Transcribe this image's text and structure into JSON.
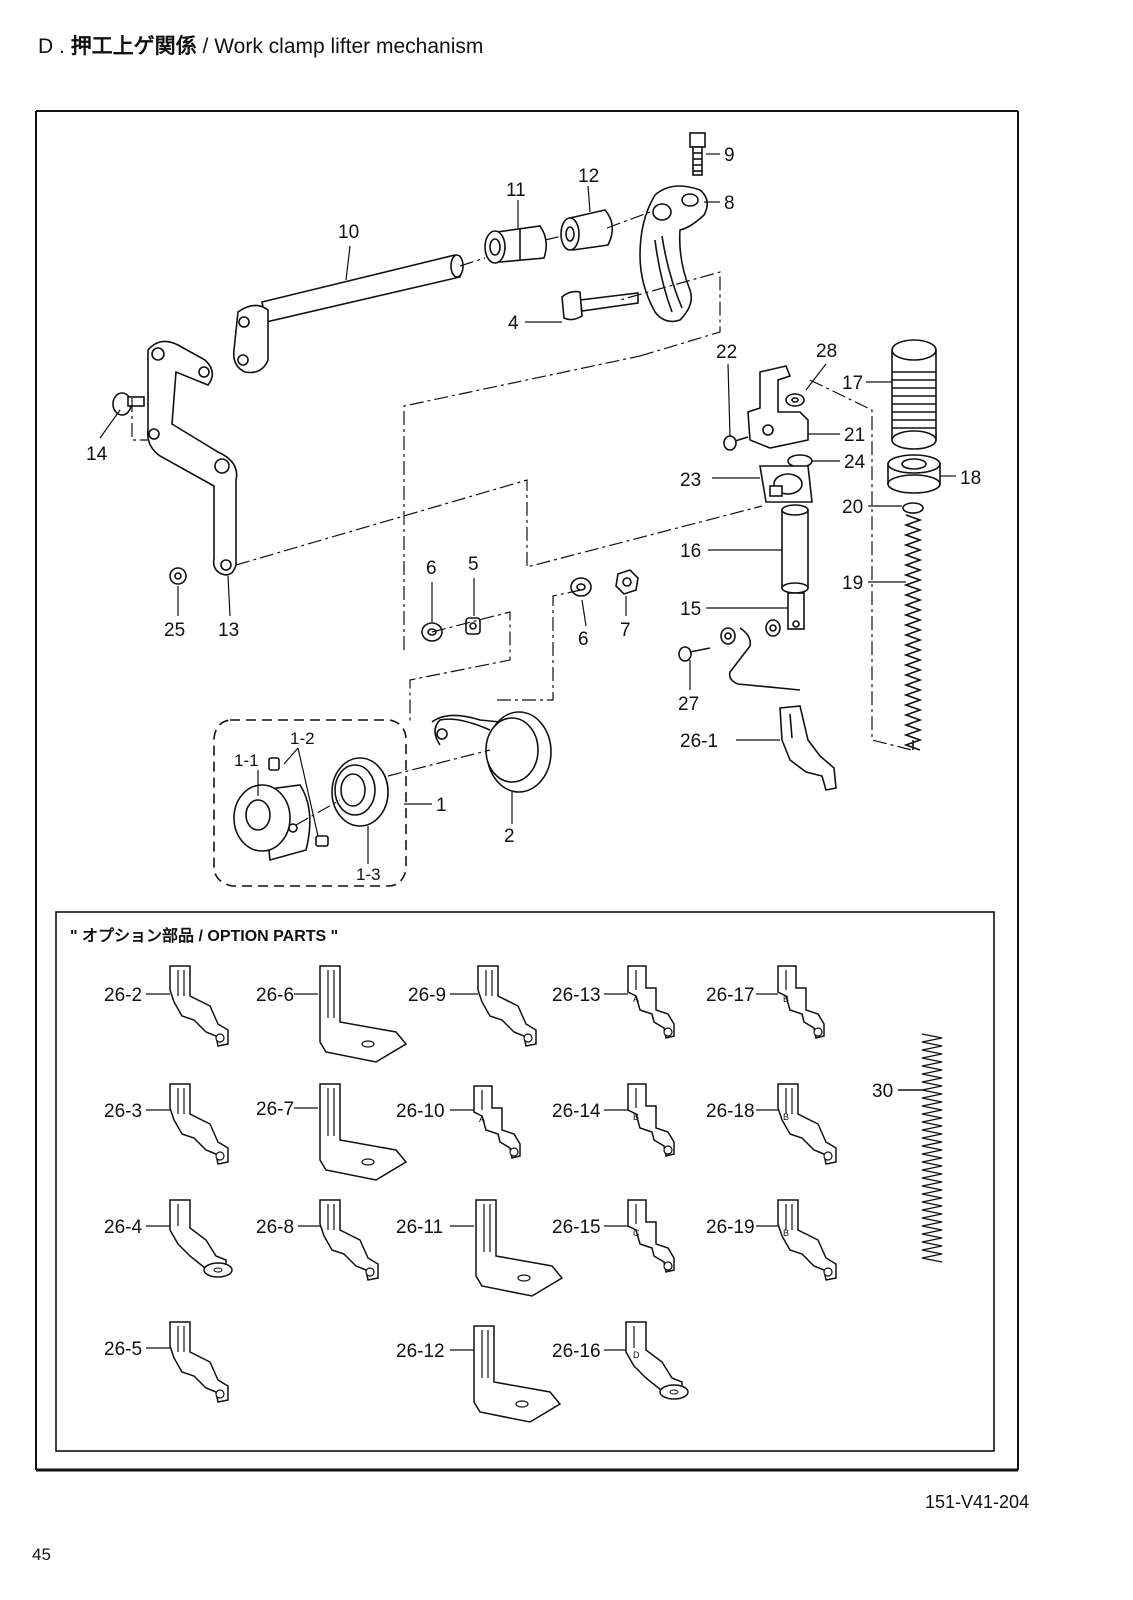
{
  "header": {
    "section": "D .",
    "title_jp": "押工上ゲ関係",
    "title_en": "/ Work clamp lifter mechanism"
  },
  "main_labels": {
    "p9": "9",
    "p8": "8",
    "p11": "11",
    "p12": "12",
    "p10": "10",
    "p4": "4",
    "p22": "22",
    "p28": "28",
    "p17": "17",
    "p21": "21",
    "p24": "24",
    "p23": "23",
    "p18": "18",
    "p20": "20",
    "p14": "14",
    "p16": "16",
    "p19": "19",
    "p15": "15",
    "p6a": "6",
    "p5": "5",
    "p6b": "6",
    "p7": "7",
    "p25": "25",
    "p13": "13",
    "p27": "27",
    "p26_1": "26-1",
    "p1_2": "1-2",
    "p1_1": "1-1",
    "p1": "1",
    "p2": "2",
    "p1_3": "1-3"
  },
  "option_parts": {
    "title": "\" オプション部品 / OPTION PARTS \"",
    "items": [
      "26-2",
      "26-6",
      "26-9",
      "26-13",
      "26-17",
      "26-3",
      "26-7",
      "26-10",
      "26-14",
      "26-18",
      "26-4",
      "26-8",
      "26-11",
      "26-15",
      "26-19",
      "26-5",
      "26-12",
      "26-16",
      "30"
    ],
    "stamps": [
      "A",
      "A",
      "B",
      "C",
      "B",
      "B",
      "B",
      "D"
    ]
  },
  "footer": {
    "doc_number": "151-V41-204",
    "page_number": "45"
  }
}
